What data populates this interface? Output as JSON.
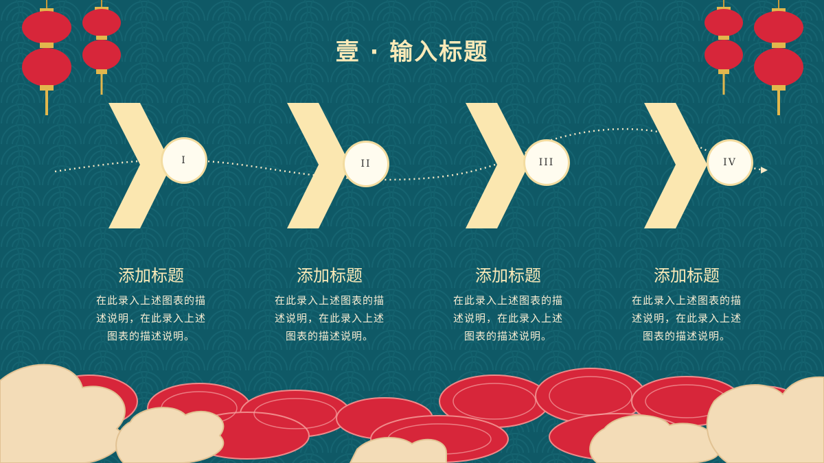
{
  "slide": {
    "title": "壹 · 输入标题"
  },
  "steps": [
    {
      "numeral": "I",
      "title": "添加标题",
      "desc": "在此录入上述图表的描述说明，在此录入上述图表的描述说明。"
    },
    {
      "numeral": "II",
      "title": "添加标题",
      "desc": "在此录入上述图表的描述说明，在此录入上述图表的描述说明。"
    },
    {
      "numeral": "III",
      "title": "添加标题",
      "desc": "在此录入上述图表的描述说明，在此录入上述图表的描述说明。"
    },
    {
      "numeral": "IV",
      "title": "添加标题",
      "desc": "在此录入上述图表的描述说明，在此录入上述图表的描述说明。"
    }
  ],
  "colors": {
    "background": "#0f5966",
    "pattern": "#17707d",
    "cream": "#fbe7b0",
    "red": "#d7263a",
    "cloud": "#f3dcb7"
  },
  "icons": [
    "lantern-icon",
    "chevron-arrow-icon",
    "cloud-icon",
    "wave-pattern"
  ]
}
